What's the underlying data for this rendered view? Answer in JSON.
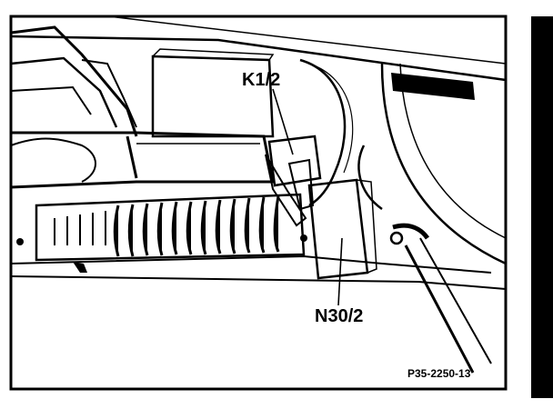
{
  "labels": {
    "relay": "K1/2",
    "module": "N30/2",
    "figure_code": "P35-2250-13"
  }
}
